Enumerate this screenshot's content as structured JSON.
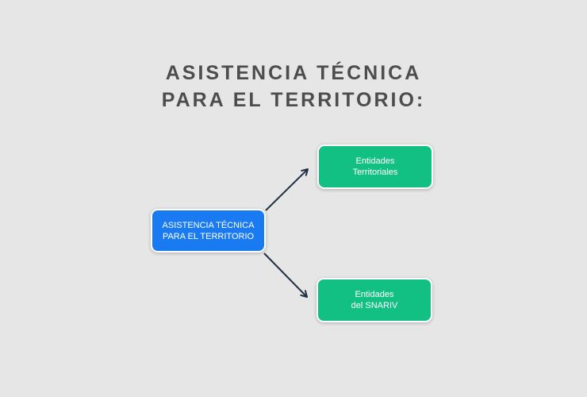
{
  "title": {
    "line1": "ASISTENCIA TÉCNICA",
    "line2": "PARA EL TERRITORIO:"
  },
  "source_node": {
    "line1": "ASISTENCIA TÉCNICA",
    "line2": "PARA EL TERRITORIO"
  },
  "target_nodes": [
    {
      "line1": "Entidades",
      "line2": "Territoriales"
    },
    {
      "line1": "Entidades",
      "line2": "del SNARIV"
    }
  ],
  "colors": {
    "background": "#e6e6e6",
    "title": "#4d4d4d",
    "source_fill": "#1a7af2",
    "target_fill": "#12c083",
    "arrow": "#1f2f45"
  }
}
